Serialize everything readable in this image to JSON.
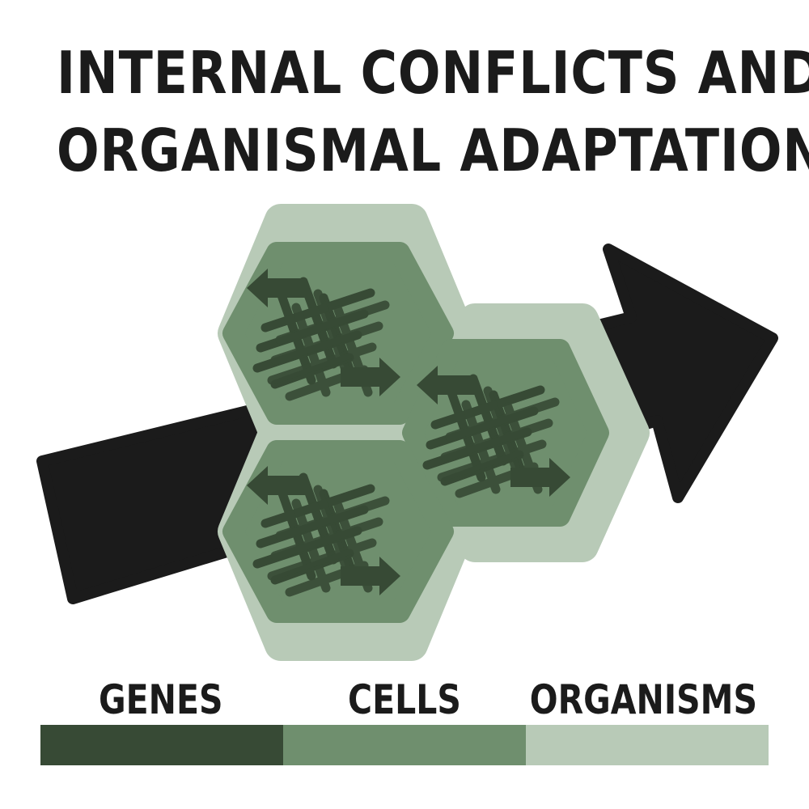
{
  "title": {
    "line1": "INTERNAL CONFLICTS AND",
    "line2": "ORGANISMAL ADAPTATION"
  },
  "legend": [
    {
      "label": "GENES",
      "color": "#374a35"
    },
    {
      "label": "CELLS",
      "color": "#6f8f6e"
    },
    {
      "label": "ORGANISMS",
      "color": "#b8cab7"
    }
  ],
  "colors": {
    "text": "#1b1b1b",
    "arrow": "#1b1b1b",
    "organism": "#b8cab7",
    "cell": "#6f8f6e",
    "gene": "#374a35"
  },
  "icons": [
    "progress-arrow-icon",
    "dna-icon",
    "left-arrow-icon",
    "right-arrow-icon"
  ]
}
